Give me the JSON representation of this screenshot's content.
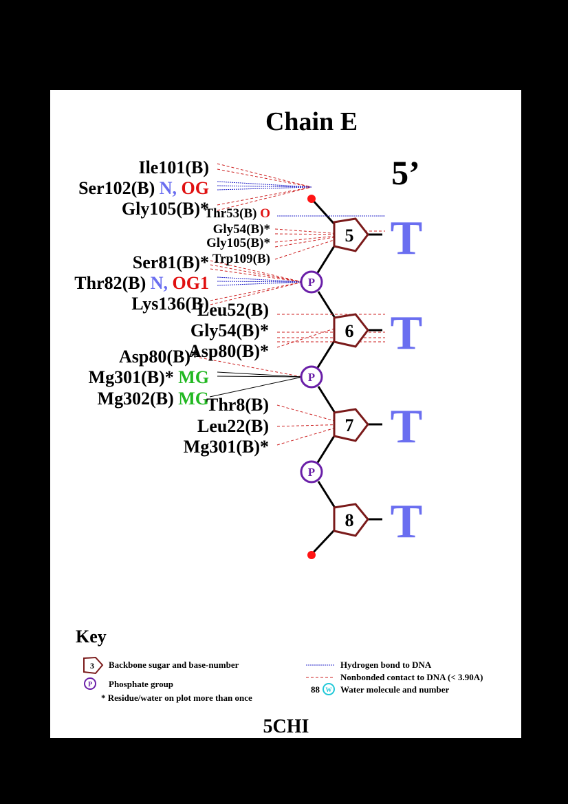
{
  "title": "Chain E",
  "five_prime": "5’",
  "pdb_id": "5CHI",
  "colors": {
    "sugar": "#7a1a1a",
    "phosphate": "#6a1fa8",
    "base": "#6a6ef0",
    "hbond": "#2323c8",
    "nonbonded": "#cc1e1e",
    "atom_N": "#6a6ef0",
    "atom_O": "#e01010",
    "atom_MG": "#22b822",
    "water": "#20c8d8"
  },
  "nucleotides": [
    {
      "number": "5",
      "base": "T"
    },
    {
      "number": "6",
      "base": "T"
    },
    {
      "number": "7",
      "base": "T"
    },
    {
      "number": "8",
      "base": "T"
    }
  ],
  "phosphate_label": "P",
  "residues": {
    "ile101": {
      "name": "Ile101(B)"
    },
    "ser102": {
      "name": "Ser102(B)",
      "atom1": "N,",
      "atom2": "OG"
    },
    "gly105a": {
      "name": "Gly105(B)*"
    },
    "thr53": {
      "name": "Thr53(B)",
      "atom1": "O"
    },
    "gly54a": {
      "name": "Gly54(B)*"
    },
    "gly105b": {
      "name": "Gly105(B)*"
    },
    "trp109": {
      "name": "Trp109(B)"
    },
    "ser81": {
      "name": "Ser81(B)*"
    },
    "thr82": {
      "name": "Thr82(B)",
      "atom1": "N,",
      "atom2": "OG1"
    },
    "lys136": {
      "name": "Lys136(B)"
    },
    "leu52": {
      "name": "Leu52(B)"
    },
    "gly54b": {
      "name": "Gly54(B)*"
    },
    "asp80a": {
      "name": "Asp80(B)*"
    },
    "asp80b": {
      "name": "Asp80(B)*"
    },
    "mg301a": {
      "name": "Mg301(B)*",
      "atom1": "MG"
    },
    "mg302": {
      "name": "Mg302(B)",
      "atom1": "MG"
    },
    "thr8": {
      "name": "Thr8(B)"
    },
    "leu22": {
      "name": "Leu22(B)"
    },
    "mg301b": {
      "name": "Mg301(B)*"
    }
  },
  "key": {
    "title": "Key",
    "sugar_number": "3",
    "sugar_label": "Backbone sugar and base-number",
    "phosphate_symbol": "P",
    "phosphate_label": "Phosphate group",
    "repeat_label": "* Residue/water on plot more than once",
    "hbond_label": "Hydrogen bond to DNA",
    "nonbonded_label": "Nonbonded contact to DNA (< 3.90A)",
    "water_number": "88",
    "water_symbol": "W",
    "water_label": "Water molecule and number"
  }
}
